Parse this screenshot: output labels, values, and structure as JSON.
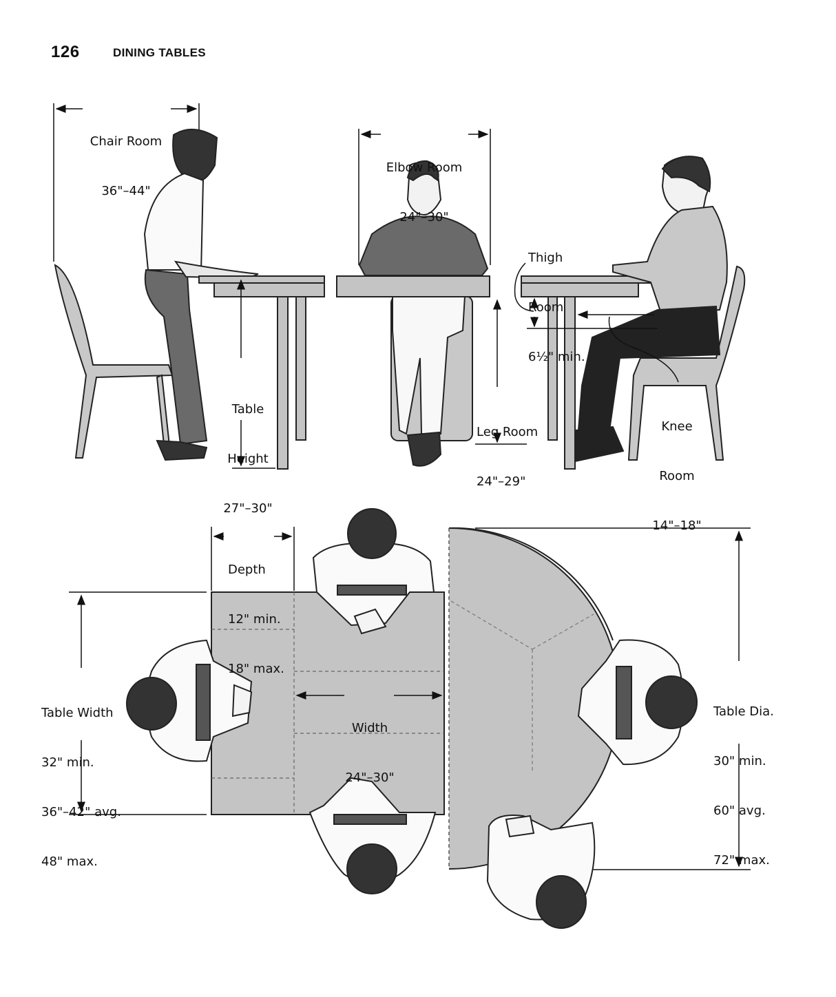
{
  "page": {
    "number": "126",
    "section_title": "DINING TABLES"
  },
  "elevation_view": {
    "chair_room": {
      "label": "Chair Room",
      "value": "36\"–44\""
    },
    "elbow_room": {
      "label": "Elbow Room",
      "value": "24\"–30\""
    },
    "thigh_room": {
      "line1": "Thigh",
      "line2": "Room",
      "value": "6½\" min."
    },
    "table_height": {
      "line1": "Table",
      "line2": "Height",
      "value": "27\"–30\""
    },
    "leg_room": {
      "label": "Leg Room",
      "value": "24\"–29\""
    },
    "knee_room": {
      "line1": "Knee",
      "line2": "Room",
      "value": "14\"–18\""
    }
  },
  "plan_view": {
    "depth": {
      "label": "Depth",
      "min": "12\" min.",
      "max": "18\" max."
    },
    "table_width": {
      "label": "Table Width",
      "min": "32\" min.",
      "avg": "36\"–42\" avg.",
      "max": "48\" max."
    },
    "width": {
      "label": "Width",
      "value": "24\"–30\""
    },
    "table_dia": {
      "label": "Table Dia.",
      "min": "30\" min.",
      "avg": "60\" avg.",
      "max": "72\" max."
    }
  },
  "colors": {
    "table_gray": "#c4c4c4",
    "figure_dark": "#555555",
    "line": "#111111"
  }
}
